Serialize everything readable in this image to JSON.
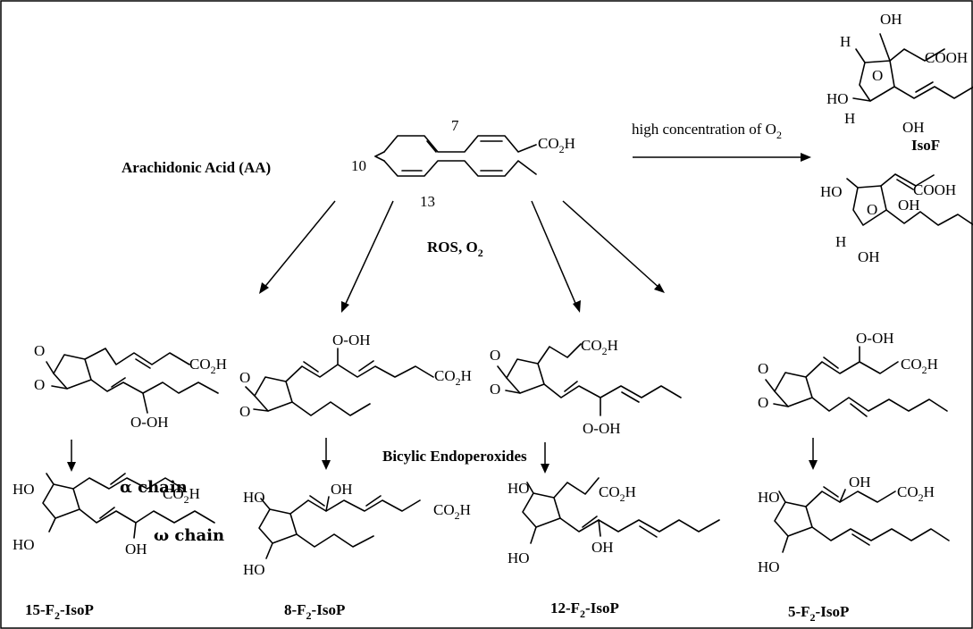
{
  "title": "Arachidonic Acid (AA)",
  "ros": {
    "main": "ROS, O",
    "sub": "2"
  },
  "high_o2": {
    "main": "high concentration of O",
    "sub": "2"
  },
  "isof": "IsoF",
  "endoperoxides": "Bicylic Endoperoxides",
  "alpha_chain": "α chain",
  "omega_chain": "ω chain",
  "carbon_numbers": {
    "c7": "7",
    "c10": "10",
    "c13": "13"
  },
  "products": [
    {
      "prefix": "15-F",
      "sub": "2",
      "suffix": "-IsoP"
    },
    {
      "prefix": "8-F",
      "sub": "2",
      "suffix": "-IsoP"
    },
    {
      "prefix": "12-F",
      "sub": "2",
      "suffix": "-IsoP"
    },
    {
      "prefix": "5-F",
      "sub": "2",
      "suffix": "-IsoP"
    }
  ],
  "groups": {
    "oh": "OH",
    "ho": "HO",
    "h": "H",
    "o": "O",
    "cooh": "COOH",
    "ooh": "O-OH",
    "co2h": "CO",
    "co2h_sub": "2",
    "co2h_end": "H"
  }
}
